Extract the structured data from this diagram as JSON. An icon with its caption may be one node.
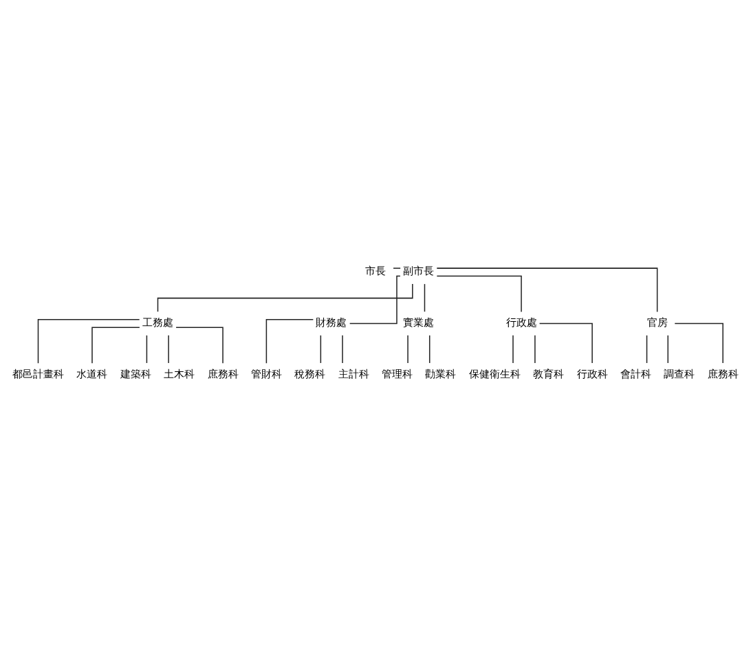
{
  "diagram": {
    "nodes": [
      {
        "text": [
          "市長"
        ]
      },
      {
        "text": [
          "副市長"
        ]
      },
      {
        "text": [
          "工務處"
        ]
      },
      {
        "text": [
          "財務處"
        ]
      },
      {
        "text": [
          "實業處"
        ]
      },
      {
        "text": [
          "行政處"
        ]
      },
      {
        "text": [
          "官房"
        ]
      },
      {
        "text": [
          "都邑計畫科"
        ]
      },
      {
        "text": [
          "水道科"
        ]
      },
      {
        "text": [
          "建築科"
        ]
      },
      {
        "text": [
          "土木科"
        ]
      },
      {
        "text": [
          "庶務科"
        ]
      },
      {
        "text": [
          "管財科"
        ]
      },
      {
        "text": [
          "稅務科"
        ]
      },
      {
        "text": [
          "主計科"
        ]
      },
      {
        "text": [
          "管理科"
        ]
      },
      {
        "text": [
          "勸業科"
        ]
      },
      {
        "text": [
          "保健衛生科"
        ]
      },
      {
        "text": [
          "教育科"
        ]
      },
      {
        "text": [
          "行政科"
        ]
      },
      {
        "text": [
          "會計科"
        ]
      },
      {
        "text": [
          "調查科"
        ]
      },
      {
        "text": [
          "庶務科"
        ]
      }
    ],
    "edges": [
      {
        "from": 0,
        "to": 1,
        "arrow": "none"
      },
      {
        "from": 1,
        "to": 2,
        "arrow": "none"
      },
      {
        "from": 1,
        "to": 3,
        "arrow": "none"
      },
      {
        "from": 1,
        "to": 4,
        "arrow": "none"
      },
      {
        "from": 1,
        "to": 5,
        "arrow": "none"
      },
      {
        "from": 1,
        "to": 6,
        "arrow": "none"
      },
      {
        "from": 2,
        "to": 7,
        "arrow": "none"
      },
      {
        "from": 2,
        "to": 8,
        "arrow": "none"
      },
      {
        "from": 2,
        "to": 9,
        "arrow": "none"
      },
      {
        "from": 2,
        "to": 10,
        "arrow": "none"
      },
      {
        "from": 2,
        "to": 11,
        "arrow": "none"
      },
      {
        "from": 3,
        "to": 12,
        "arrow": "none"
      },
      {
        "from": 3,
        "to": 13,
        "arrow": "none"
      },
      {
        "from": 3,
        "to": 14,
        "arrow": "none"
      },
      {
        "from": 4,
        "to": 15,
        "arrow": "none"
      },
      {
        "from": 4,
        "to": 16,
        "arrow": "none"
      },
      {
        "from": 5,
        "to": 17,
        "arrow": "none"
      },
      {
        "from": 5,
        "to": 18,
        "arrow": "none"
      },
      {
        "from": 5,
        "to": 19,
        "arrow": "none"
      },
      {
        "from": 6,
        "to": 20,
        "arrow": "none"
      },
      {
        "from": 6,
        "to": 21,
        "arrow": "none"
      },
      {
        "from": 6,
        "to": 22,
        "arrow": "none"
      }
    ]
  }
}
